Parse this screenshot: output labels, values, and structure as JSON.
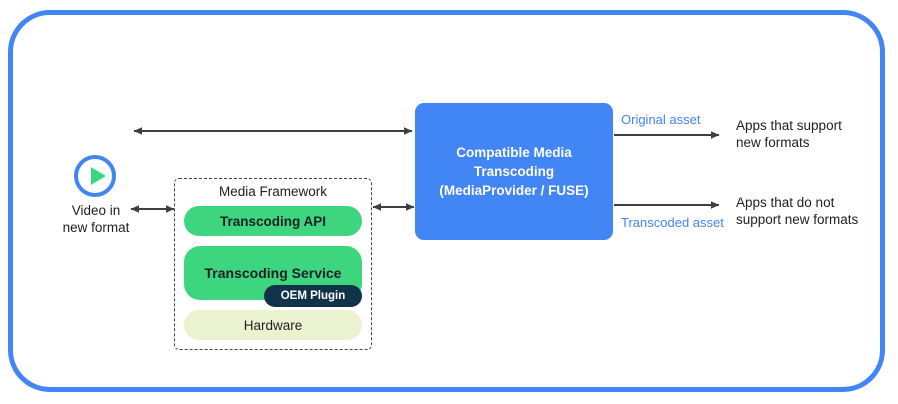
{
  "frame": {
    "accent_color": "#4285F4"
  },
  "source": {
    "icon": "play-circle-icon",
    "label": "Video in\nnew format",
    "ring_color": "#4285F4",
    "play_color": "#3DD67F"
  },
  "media_framework": {
    "title": "Media Framework",
    "boxes": [
      {
        "label": "Transcoding API",
        "color": "#3DD67F"
      },
      {
        "label": "Transcoding Service",
        "color": "#3DD67F"
      },
      {
        "label": "OEM Plugin",
        "color": "#10334A"
      },
      {
        "label": "Hardware",
        "color": "#EBF2CF"
      }
    ]
  },
  "process": {
    "label": "Compatible Media\nTranscoding\n(MediaProvider / FUSE)",
    "color": "#4285F4"
  },
  "edges": {
    "original_asset": "Original asset",
    "transcoded_asset": "Transcoded asset"
  },
  "destinations": {
    "supported": "Apps that support\nnew formats",
    "unsupported": "Apps that do not\nsupport new formats"
  }
}
